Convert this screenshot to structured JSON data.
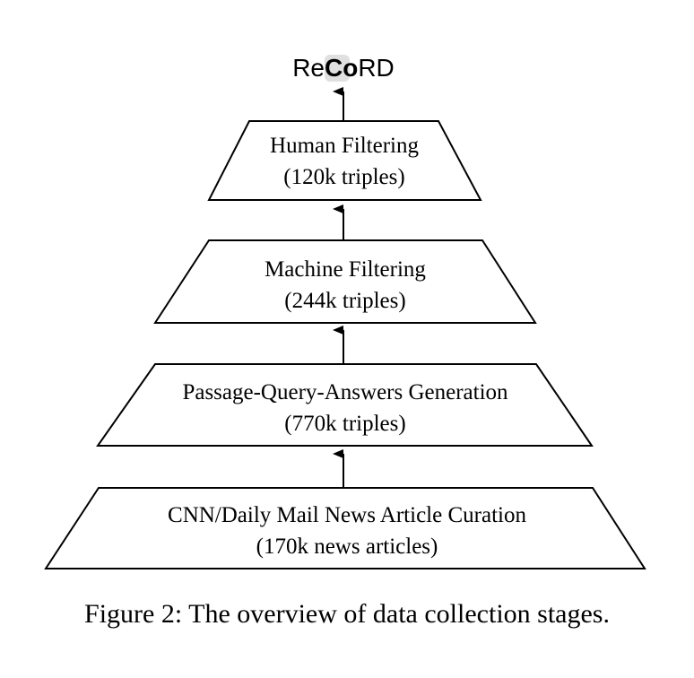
{
  "title": {
    "text_re": "Re",
    "text_co": "Co",
    "text_rd": "RD",
    "highlight_color": "#e0e0e0"
  },
  "stages": [
    {
      "name": "Human Filtering",
      "count": "(120k triples)"
    },
    {
      "name": "Machine Filtering",
      "count": "(244k triples)"
    },
    {
      "name": "Passage-Query-Answers Generation",
      "count": "(770k triples)"
    },
    {
      "name": "CNN/Daily Mail News Article Curation",
      "count": "(170k news articles)"
    }
  ],
  "caption": "Figure 2: The overview of data collection stages."
}
